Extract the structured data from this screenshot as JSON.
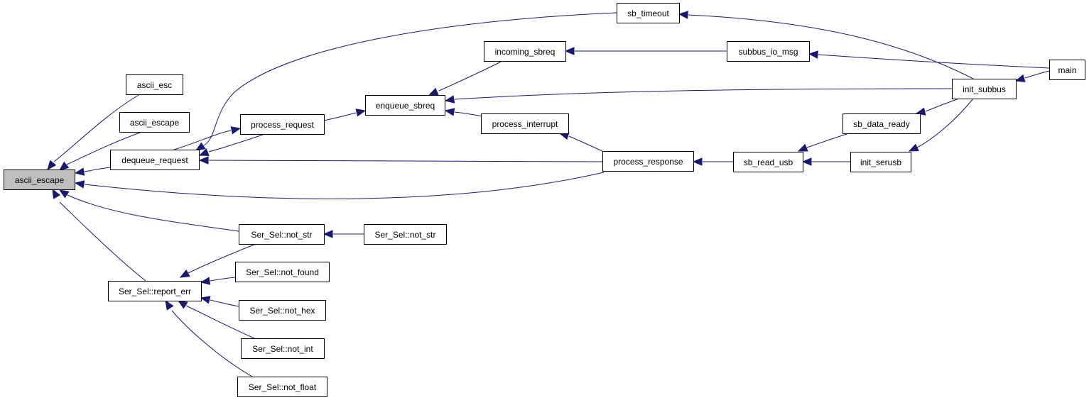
{
  "graph": {
    "nodes": [
      {
        "id": "ascii_escape",
        "label": "ascii_escape",
        "highlight": true
      },
      {
        "id": "ascii_esc",
        "label": "ascii_esc"
      },
      {
        "id": "ascii_escape2",
        "label": "ascii_escape"
      },
      {
        "id": "dequeue_request",
        "label": "dequeue_request"
      },
      {
        "id": "process_request",
        "label": "process_request"
      },
      {
        "id": "enqueue_sbreq",
        "label": "enqueue_sbreq"
      },
      {
        "id": "incoming_sbreq",
        "label": "incoming_sbreq"
      },
      {
        "id": "process_interrupt",
        "label": "process_interrupt"
      },
      {
        "id": "sb_timeout",
        "label": "sb_timeout"
      },
      {
        "id": "subbus_io_msg",
        "label": "subbus_io_msg"
      },
      {
        "id": "process_response",
        "label": "process_response"
      },
      {
        "id": "sb_read_usb",
        "label": "sb_read_usb"
      },
      {
        "id": "sb_data_ready",
        "label": "sb_data_ready"
      },
      {
        "id": "init_serusb",
        "label": "init_serusb"
      },
      {
        "id": "init_subbus",
        "label": "init_subbus"
      },
      {
        "id": "main",
        "label": "main"
      },
      {
        "id": "not_str_a",
        "label": "Ser_Sel::not_str"
      },
      {
        "id": "not_str_b",
        "label": "Ser_Sel::not_str"
      },
      {
        "id": "report_err",
        "label": "Ser_Sel::report_err"
      },
      {
        "id": "not_found",
        "label": "Ser_Sel::not_found"
      },
      {
        "id": "not_hex",
        "label": "Ser_Sel::not_hex"
      },
      {
        "id": "not_int",
        "label": "Ser_Sel::not_int"
      },
      {
        "id": "not_float",
        "label": "Ser_Sel::not_float"
      }
    ],
    "edges": [
      {
        "from": "ascii_esc",
        "to": "ascii_escape"
      },
      {
        "from": "ascii_escape2",
        "to": "ascii_escape"
      },
      {
        "from": "dequeue_request",
        "to": "ascii_escape"
      },
      {
        "from": "process_response",
        "to": "ascii_escape"
      },
      {
        "from": "not_str_a",
        "to": "ascii_escape"
      },
      {
        "from": "report_err",
        "to": "ascii_escape"
      },
      {
        "from": "process_request",
        "to": "dequeue_request"
      },
      {
        "from": "sb_timeout",
        "to": "dequeue_request"
      },
      {
        "from": "process_response",
        "to": "dequeue_request"
      },
      {
        "from": "dequeue_request",
        "to": "process_request"
      },
      {
        "from": "process_request",
        "to": "enqueue_sbreq"
      },
      {
        "from": "incoming_sbreq",
        "to": "enqueue_sbreq"
      },
      {
        "from": "process_interrupt",
        "to": "enqueue_sbreq"
      },
      {
        "from": "init_subbus",
        "to": "enqueue_sbreq"
      },
      {
        "from": "subbus_io_msg",
        "to": "incoming_sbreq"
      },
      {
        "from": "process_response",
        "to": "process_interrupt"
      },
      {
        "from": "init_subbus",
        "to": "sb_timeout"
      },
      {
        "from": "main",
        "to": "subbus_io_msg"
      },
      {
        "from": "sb_read_usb",
        "to": "process_response"
      },
      {
        "from": "sb_data_ready",
        "to": "sb_read_usb"
      },
      {
        "from": "init_serusb",
        "to": "sb_read_usb"
      },
      {
        "from": "init_subbus",
        "to": "sb_data_ready"
      },
      {
        "from": "init_subbus",
        "to": "init_serusb"
      },
      {
        "from": "main",
        "to": "init_subbus"
      },
      {
        "from": "not_str_b",
        "to": "not_str_a"
      },
      {
        "from": "not_str_a",
        "to": "report_err"
      },
      {
        "from": "not_found",
        "to": "report_err"
      },
      {
        "from": "not_hex",
        "to": "report_err"
      },
      {
        "from": "not_int",
        "to": "report_err"
      },
      {
        "from": "not_float",
        "to": "report_err"
      }
    ]
  },
  "colors": {
    "edge": "#191970",
    "node_border": "#000000",
    "node_fill": "#ffffff",
    "highlight_fill": "#bfbfbf"
  }
}
